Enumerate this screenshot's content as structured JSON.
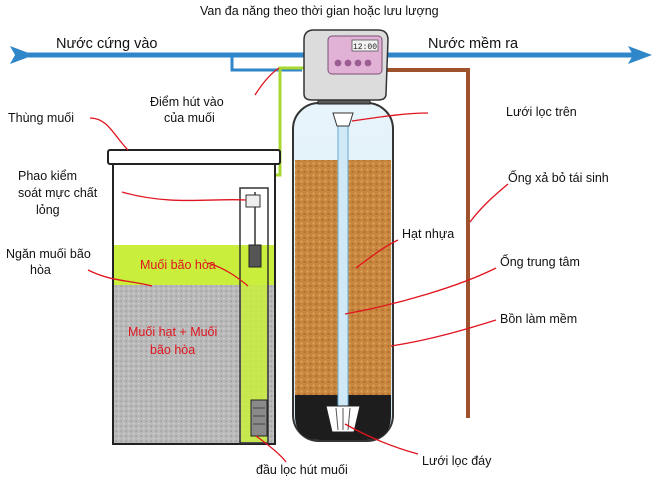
{
  "labels": {
    "hard_water_in": "Nước cứng vào",
    "soft_water_out": "Nước mềm ra",
    "valve": "Van đa năng theo thời gian hoặc lưu lượng",
    "brine_intake_1": "Điểm hút vào",
    "brine_intake_2": "của muối",
    "salt_tank": "Thùng muối",
    "upper_screen": "Lưới lọc trên",
    "float_1": "Phao kiểm",
    "float_2": "soát mực chất",
    "float_3": "lỏng",
    "drain_pipe": "Ống xả bỏ tái sinh",
    "resin": "Hạt nhựa",
    "brine_chamber_1": "Ngăn muối bão",
    "brine_chamber_2": "hòa",
    "central_tube": "Ống trung tâm",
    "saturated_brine": "Muối bão hòa",
    "softener_tank": "Bồn làm mềm",
    "granular_salt_1": "Muối hạt +  Muối",
    "granular_salt_2": "bão hòa",
    "bottom_screen": "Lưới lọc đáy",
    "brine_filter": "đầu lọc hút muối"
  },
  "valve_display": "12:00",
  "colors": {
    "water_pipe": "#2f86c8",
    "arrow": "#2f86c8",
    "drain_pipe": "#a0522d",
    "brine_green": "#c9ee3c",
    "salt_gray": "#b9b9b9",
    "resin": "#c8863e",
    "pointer_red": "#e0141e",
    "valve_pink": "#e2b2d6"
  }
}
